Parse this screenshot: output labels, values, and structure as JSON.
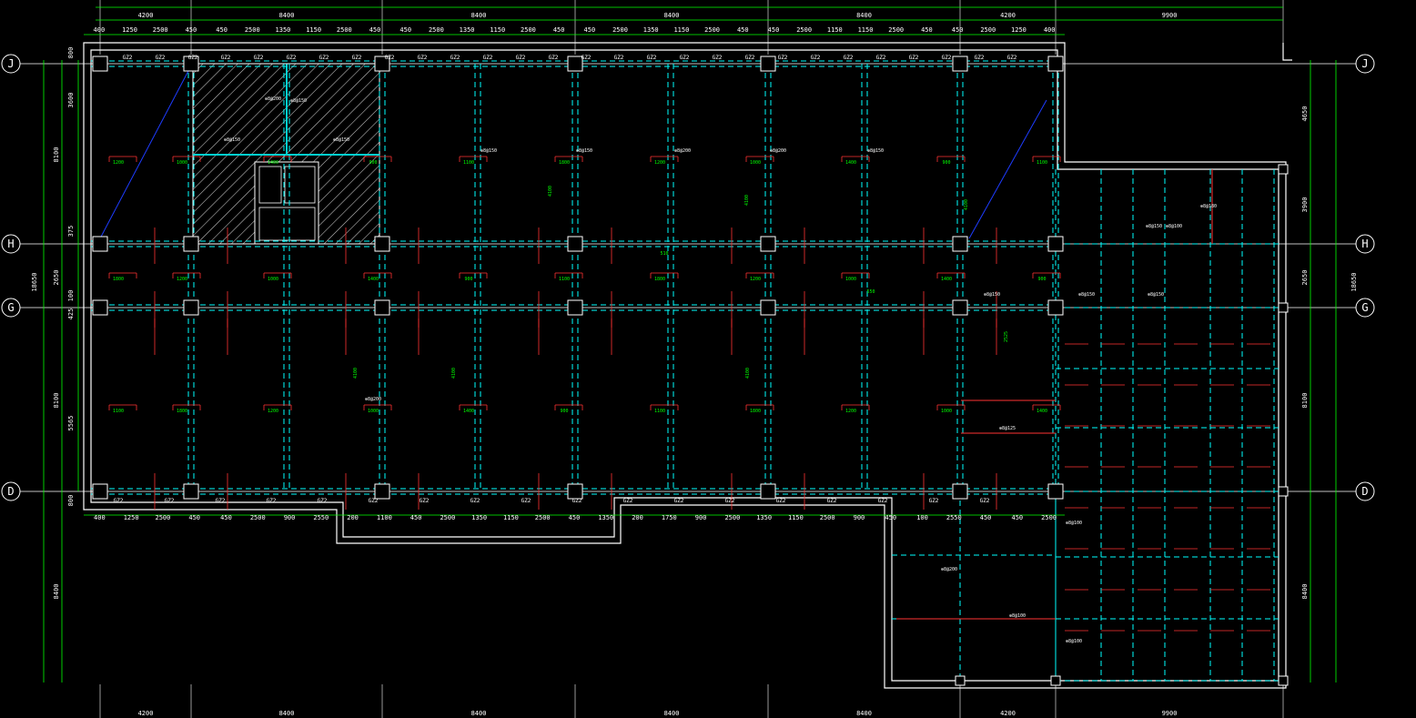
{
  "grid_axes": [
    "J",
    "H",
    "G",
    "D"
  ],
  "colors": {
    "background": "#000000",
    "wall": "#ffffff",
    "beam_dashed": "#00ffff",
    "beam_solid": "#00d0d0",
    "dimension": "#00ff00",
    "rebar_mark": "#ff3333",
    "text": "#ffffff",
    "diagonal": "#1e3cff"
  },
  "top_bays": [
    "4200",
    "8400",
    "8400",
    "8400",
    "8400",
    "4200",
    "9900"
  ],
  "top_details": [
    "400",
    "1250",
    "2500",
    "450",
    "450",
    "2500",
    "1350",
    "1150",
    "2500",
    "450",
    "450",
    "2500",
    "1350",
    "1150",
    "2500",
    "450",
    "450",
    "2500",
    "1350",
    "1150",
    "2500",
    "450",
    "450",
    "2500",
    "1150",
    "1150",
    "2500",
    "450",
    "450",
    "2500",
    "1250",
    "400"
  ],
  "bottom_details": [
    "400",
    "1250",
    "2500",
    "450",
    "450",
    "2500",
    "900",
    "2550",
    "200",
    "1100",
    "450",
    "2500",
    "1350",
    "1150",
    "2500",
    "450",
    "1350",
    "200",
    "1750",
    "900",
    "2500",
    "1350",
    "1150",
    "2500",
    "900",
    "450",
    "100",
    "2550",
    "450",
    "450",
    "2500"
  ],
  "bottom_bays": [
    "4200",
    "8400",
    "8400",
    "8400",
    "8400",
    "4200",
    "9900"
  ],
  "left_dims": [
    "800",
    "3600",
    "8100",
    "375",
    "2650",
    "100",
    "425",
    "5565",
    "8100",
    "800",
    "8400"
  ],
  "left_total": "18650",
  "right_dims": [
    "4650",
    "3900",
    "2650",
    "8100",
    "8400"
  ],
  "right_total": "18650",
  "column_tag": "GZ2",
  "slab_rebar": [
    "⊕8@150",
    "⊕8@150",
    "⊕8@150",
    "⊕8@150",
    "⊕8@150",
    "⊕8@200",
    "⊕8@200",
    "⊕8@150",
    "⊕8@200",
    "⊕8@180",
    "⊕8@150",
    "⊕8@150",
    "⊕8@150",
    "⊕8@150",
    "⊕8@200",
    "⊕8@125",
    "⊕8@100",
    "⊕8@100",
    "⊕8@200",
    "⊕8@100",
    "⊕8@100"
  ],
  "bar_lengths": [
    "1200",
    "1000",
    "1400",
    "900",
    "1100",
    "1800"
  ],
  "inner_dims": [
    "4100",
    "4100",
    "4100",
    "4100",
    "4100",
    "510",
    "4100",
    "550",
    "2525"
  ]
}
